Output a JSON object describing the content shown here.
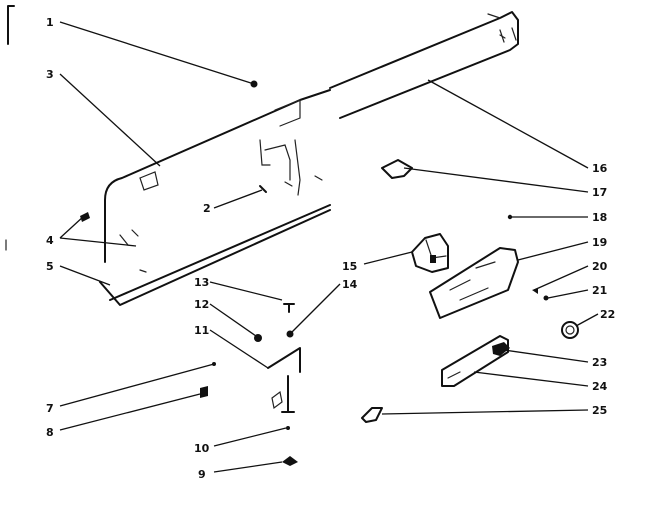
{
  "callouts": [
    {
      "id": "1",
      "label": "1"
    },
    {
      "id": "3",
      "label": "3"
    },
    {
      "id": "4",
      "label": "4"
    },
    {
      "id": "5",
      "label": "5"
    },
    {
      "id": "2",
      "label": "2"
    },
    {
      "id": "13",
      "label": "13"
    },
    {
      "id": "12",
      "label": "12"
    },
    {
      "id": "11",
      "label": "11"
    },
    {
      "id": "14",
      "label": "14"
    },
    {
      "id": "15",
      "label": "15"
    },
    {
      "id": "7",
      "label": "7"
    },
    {
      "id": "8",
      "label": "8"
    },
    {
      "id": "10",
      "label": "10"
    },
    {
      "id": "9",
      "label": "9"
    },
    {
      "id": "16",
      "label": "16"
    },
    {
      "id": "17",
      "label": "17"
    },
    {
      "id": "18",
      "label": "18"
    },
    {
      "id": "19",
      "label": "19"
    },
    {
      "id": "20",
      "label": "20"
    },
    {
      "id": "21",
      "label": "21"
    },
    {
      "id": "22",
      "label": "22"
    },
    {
      "id": "23",
      "label": "23"
    },
    {
      "id": "24",
      "label": "24"
    },
    {
      "id": "25",
      "label": "25"
    }
  ]
}
